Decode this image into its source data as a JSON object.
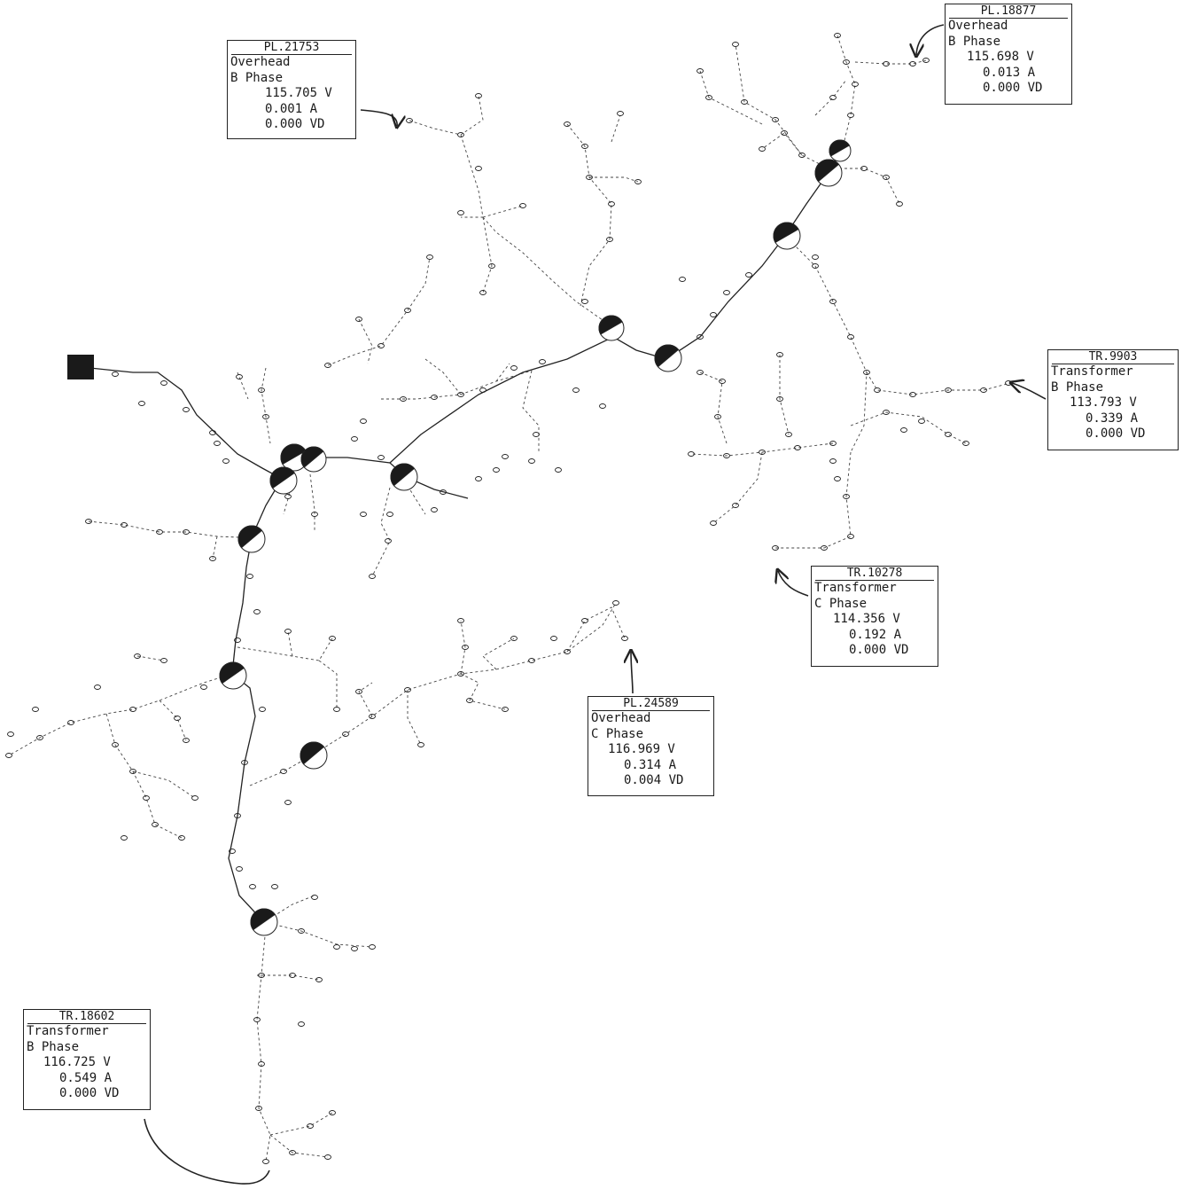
{
  "callouts": [
    {
      "id": "PL.21753",
      "type": "Overhead",
      "phase": "B Phase",
      "voltage": "115.705 V",
      "current": "0.001 A",
      "vdrop": "0.000 VD"
    },
    {
      "id": "PL.18877",
      "type": "Overhead",
      "phase": "B Phase",
      "voltage": "115.698 V",
      "current": "0.013 A",
      "vdrop": "0.000 VD"
    },
    {
      "id": "TR.9903",
      "type": "Transformer",
      "phase": "B Phase",
      "voltage": "113.793 V",
      "current": "0.339 A",
      "vdrop": "0.000 VD"
    },
    {
      "id": "TR.10278",
      "type": "Transformer",
      "phase": "C Phase",
      "voltage": "114.356 V",
      "current": "0.192 A",
      "vdrop": "0.000 VD"
    },
    {
      "id": "PL.24589",
      "type": "Overhead",
      "phase": "C Phase",
      "voltage": "116.969 V",
      "current": "0.314 A",
      "vdrop": "0.004 VD"
    },
    {
      "id": "TR.18602",
      "type": "Transformer",
      "phase": "B Phase",
      "voltage": "116.725 V",
      "current": "0.549 A",
      "vdrop": "0.000 VD"
    }
  ],
  "legend_symbols": {
    "source": "filled-square-icon",
    "device": "half-filled-circle-icon",
    "node": "small-oval-node-icon"
  },
  "colors": {
    "line": "#222222",
    "fill": "#1a1a1a",
    "background": "#ffffff"
  }
}
